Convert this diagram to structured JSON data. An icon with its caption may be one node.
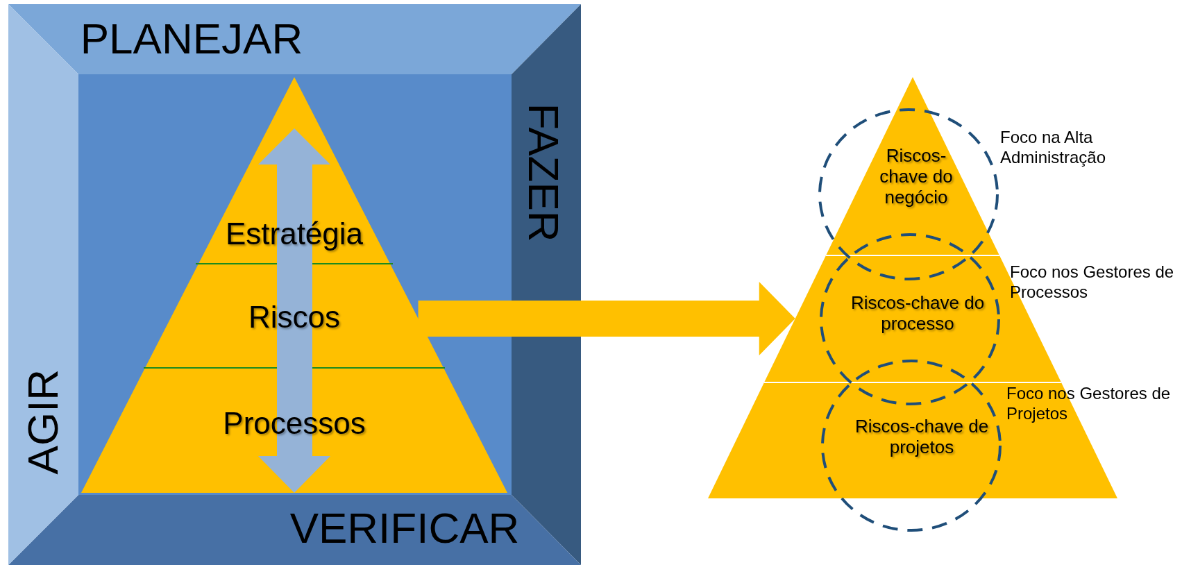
{
  "diagram": {
    "nodes": [
      {
        "text": [
          "PLANEJAR"
        ]
      },
      {
        "text": [
          "FAZER"
        ]
      },
      {
        "text": [
          "VERIFICAR"
        ]
      },
      {
        "text": [
          "AGIR"
        ]
      },
      {
        "text": [
          "Estratégia"
        ]
      },
      {
        "text": [
          "Riscos"
        ]
      },
      {
        "text": [
          "Processos"
        ]
      },
      {
        "text": [
          "Riscos-chave do negócio"
        ],
        "beside": [
          "Foco na Alta Administração"
        ]
      },
      {
        "text": [
          "Riscos-chave do processo"
        ],
        "beside": [
          "Foco nos Gestores de Processos"
        ]
      },
      {
        "text": [
          "Riscos-chave de projetos"
        ],
        "beside": [
          "Foco nos Gestores de Projetos"
        ]
      }
    ],
    "edges": [
      {
        "from": 5,
        "to": 8,
        "arrow": "to",
        "style": "thick"
      }
    ]
  }
}
